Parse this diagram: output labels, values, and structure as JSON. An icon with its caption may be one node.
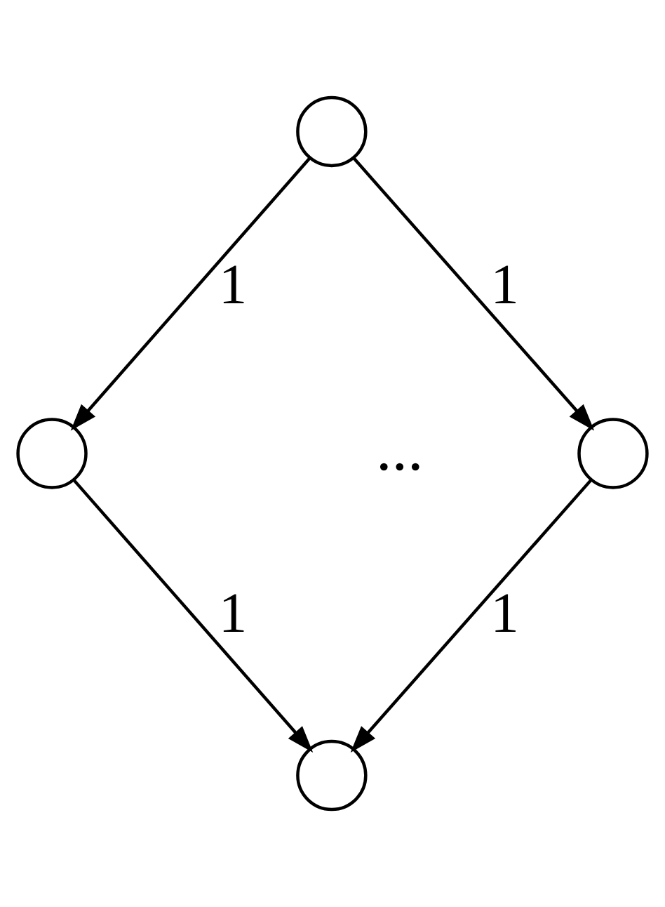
{
  "diagram": {
    "nodes": [
      {
        "text": [],
        "shape": "circle"
      },
      {
        "text": [],
        "shape": "circle"
      },
      {
        "text": [],
        "shape": "circle"
      },
      {
        "text": [],
        "shape": "circle"
      }
    ],
    "edges": [
      {
        "from": 0,
        "to": 1,
        "arrow": "to",
        "label": "1"
      },
      {
        "from": 0,
        "to": 2,
        "arrow": "to",
        "label": "1"
      },
      {
        "from": 1,
        "to": 3,
        "arrow": "to",
        "label": "1"
      },
      {
        "from": 2,
        "to": 3,
        "arrow": "to",
        "label": "1"
      }
    ],
    "labels": [
      "..."
    ]
  }
}
